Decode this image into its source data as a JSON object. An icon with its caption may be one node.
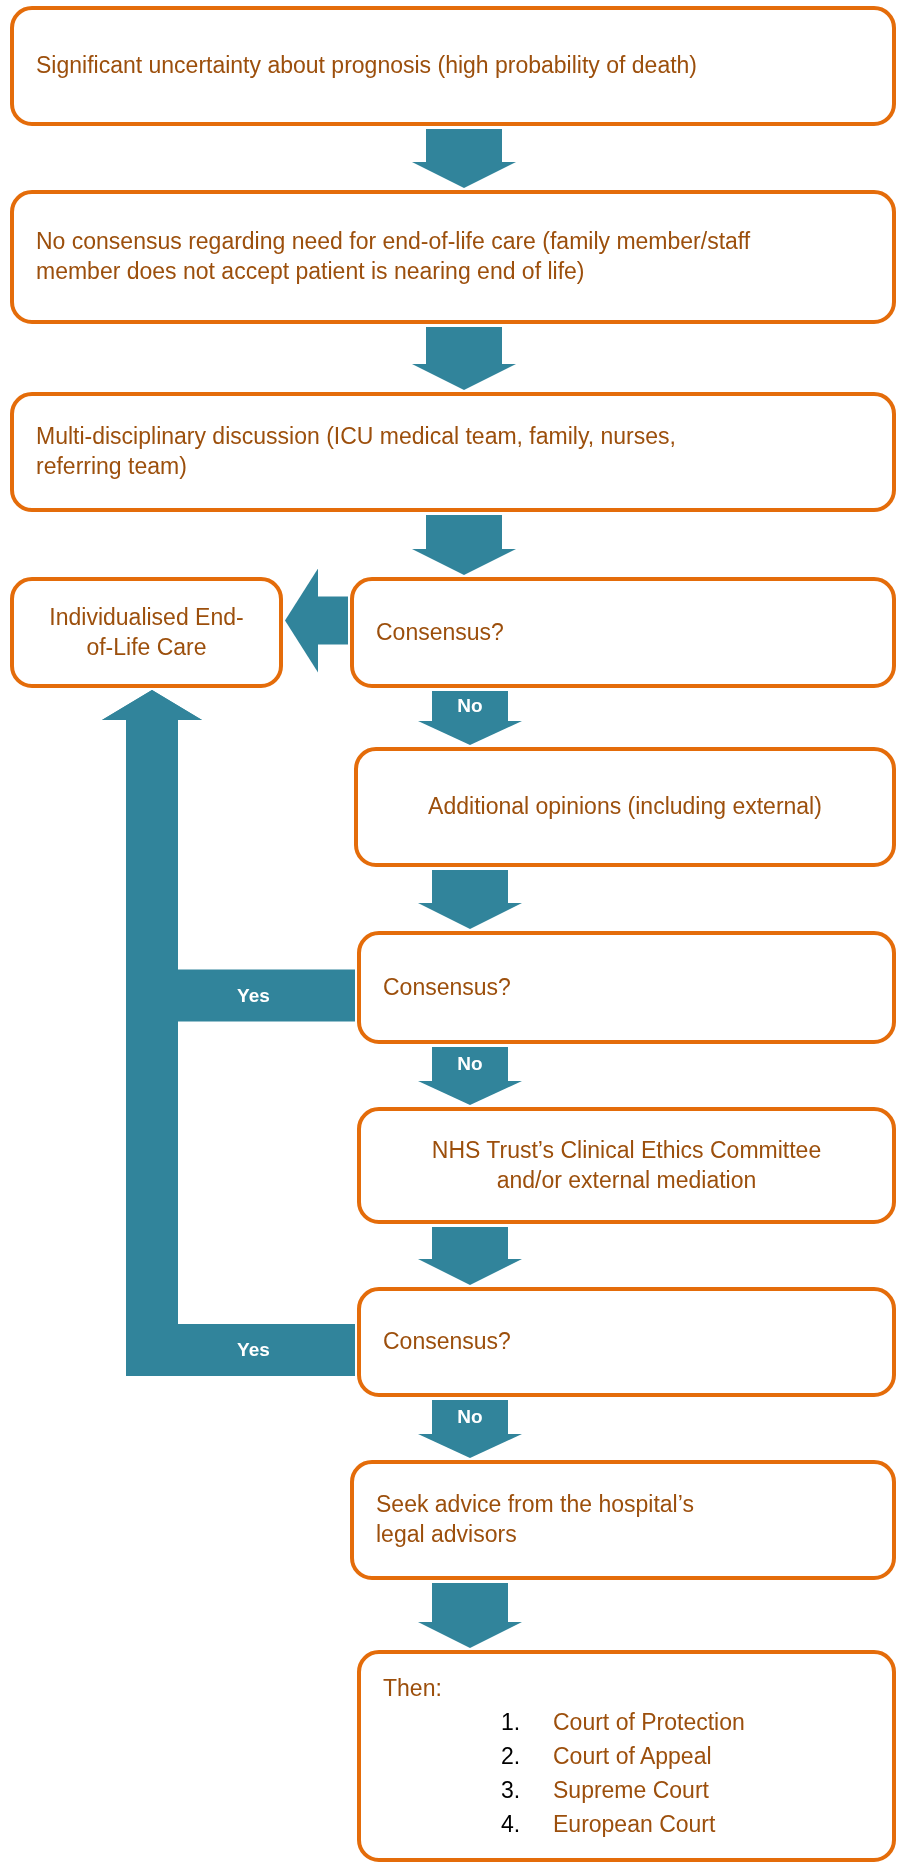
{
  "diagram": {
    "nodes": [
      {
        "text": [
          "Significant uncertainty about prognosis (high probability of death)"
        ]
      },
      {
        "text": [
          "No consensus regarding need for end-of-life care (family member/staff member does not accept patient is nearing end of life)"
        ]
      },
      {
        "text": [
          "Multi-disciplinary discussion (ICU medical team, family, nurses, referring team)"
        ]
      },
      {
        "text": [
          "Individualised End-of-Life Care"
        ]
      },
      {
        "text": [
          "Consensus?"
        ]
      },
      {
        "text": [
          "Additional opinions (including external)"
        ]
      },
      {
        "text": [
          "Consensus?"
        ]
      },
      {
        "text": [
          "NHS Trust’s Clinical Ethics Committee and/or external mediation"
        ]
      },
      {
        "text": [
          "Consensus?"
        ]
      },
      {
        "text": [
          "Seek advice from the hospital’s legal advisors"
        ]
      },
      {
        "text": [
          "Then:",
          "Court of Protection",
          "Court of Appeal",
          "Supreme Court",
          "European Court"
        ]
      }
    ],
    "edges": [
      {
        "from": 0,
        "to": 1,
        "arrow": "to"
      },
      {
        "from": 1,
        "to": 2,
        "arrow": "to"
      },
      {
        "from": 2,
        "to": 4,
        "arrow": "to"
      },
      {
        "from": 4,
        "to": 3,
        "arrow": "to"
      },
      {
        "from": 4,
        "to": 5,
        "arrow": "to",
        "label": "No"
      },
      {
        "from": 5,
        "to": 6,
        "arrow": "to"
      },
      {
        "from": 6,
        "to": 3,
        "arrow": "to",
        "label": "Yes"
      },
      {
        "from": 6,
        "to": 7,
        "arrow": "to",
        "label": "No"
      },
      {
        "from": 7,
        "to": 8,
        "arrow": "to"
      },
      {
        "from": 8,
        "to": 3,
        "arrow": "to",
        "label": "Yes"
      },
      {
        "from": 8,
        "to": 9,
        "arrow": "to",
        "label": "No"
      },
      {
        "from": 9,
        "to": 10,
        "arrow": "to"
      }
    ],
    "labels": [
      "1.",
      "2.",
      "3.",
      "4."
    ]
  }
}
